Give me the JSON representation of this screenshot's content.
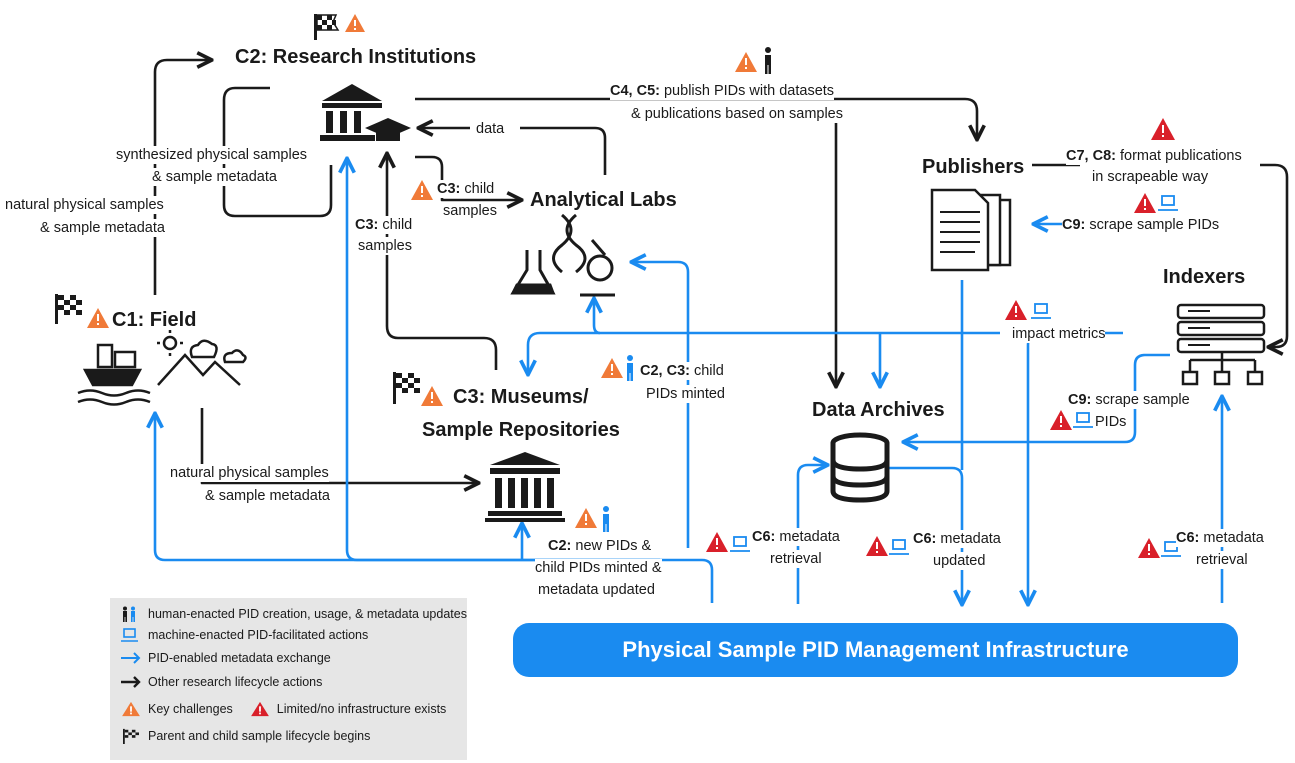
{
  "nodes": {
    "research": "C2: Research Institutions",
    "field": "C1: Field",
    "labs": "Analytical Labs",
    "museums_l1": "C3: Museums/",
    "museums_l2": "Sample Repositories",
    "publishers": "Publishers",
    "indexers": "Indexers",
    "archives": "Data Archives",
    "infra": "Physical Sample PID Management Infrastructure"
  },
  "labels": {
    "natural_up_1": "natural physical samples",
    "natural_up_2": "& sample metadata",
    "synth_1": "synthesized physical samples",
    "synth_2": "& sample metadata",
    "data": "data",
    "c3_child_a_1": "C3: child",
    "c3_child_a_2": "samples",
    "c3_child_b_1": "C3: child",
    "c3_child_b_2": "samples",
    "publish_1": "C4, C5: publish PIDs with datasets",
    "publish_2": "& publications based on samples",
    "format_1": "C7, C8: format publications",
    "format_2": "in scrapeable way",
    "scrape_pub": "C9: scrape sample PIDs",
    "impact": "impact metrics",
    "scrape_idx_1": "C9: scrape sample",
    "scrape_idx_2": "PIDs",
    "c2c3_1": "C2, C3: child",
    "c2c3_2": "PIDs minted",
    "natural_down_1": "natural physical samples",
    "natural_down_2": "& sample metadata",
    "c2_new_1": "C2: new PIDs &",
    "c2_new_2": "child PIDs minted &",
    "c2_new_3": "metadata updated",
    "c6_ret_1": "C6: metadata",
    "c6_ret_2": "retrieval",
    "c6_upd_1": "C6: metadata",
    "c6_upd_2": "updated",
    "c6_ret2_1": "C6: metadata",
    "c6_ret2_2": "retrieval"
  },
  "legend": {
    "human": "human-enacted PID creation, usage, & metadata updates",
    "machine": "machine-enacted PID-facilitated actions",
    "pid_exchange": "PID-enabled metadata exchange",
    "other": "Other research lifecycle actions",
    "key_challenges": "Key challenges",
    "limited": "Limited/no infrastructure exists",
    "lifecycle": "Parent and child sample lifecycle begins"
  },
  "colors": {
    "blue": "#1a8bf0",
    "black": "#1a1a1a",
    "orange": "#f07a38",
    "red": "#d9202a"
  }
}
